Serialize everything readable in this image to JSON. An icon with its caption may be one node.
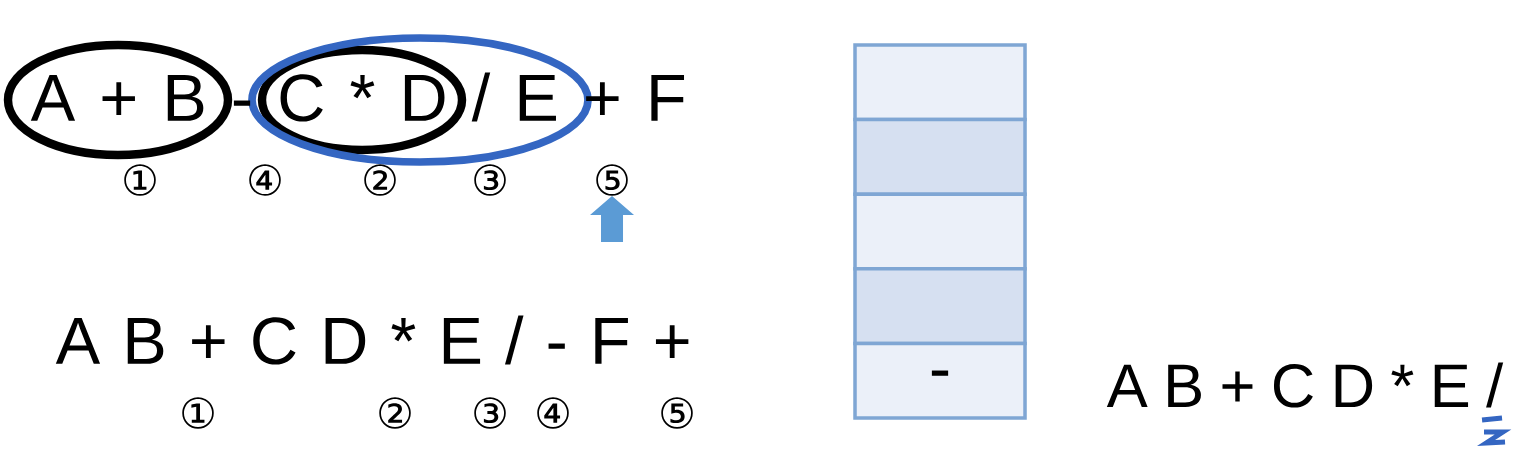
{
  "diagram": {
    "nodes": [
      {
        "text": [],
        "shape": "box"
      },
      {
        "text": [],
        "shape": "box"
      },
      {
        "text": [],
        "shape": "box"
      },
      {
        "text": [],
        "shape": "box"
      },
      {
        "text": [
          "-"
        ]
      }
    ],
    "labels": [
      "A + B - C * D / E + F",
      "①",
      "④",
      "②",
      "③",
      "⑤",
      "A B + C D * E / - F +",
      "①",
      "②",
      "③",
      "④",
      "⑤",
      "A B + C D * E /"
    ]
  }
}
